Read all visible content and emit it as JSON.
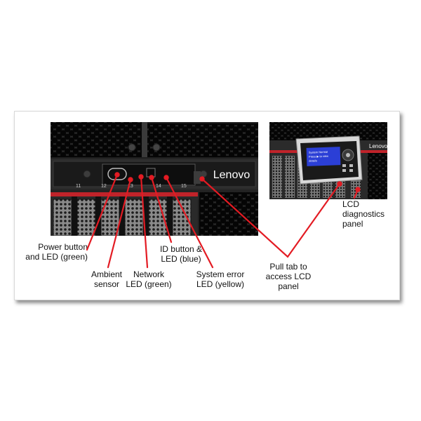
{
  "brand": {
    "logo_text": "Lenovo",
    "logo_bg": "#1a1a1a",
    "accent_red": "#e31b23"
  },
  "front_panel": {
    "bay_numbers": [
      "11",
      "12",
      "13",
      "14",
      "15"
    ]
  },
  "callouts": {
    "power_button": [
      "Power button",
      "and LED (green)"
    ],
    "ambient_sensor": [
      "Ambient",
      "sensor"
    ],
    "network_led": [
      "Network",
      "LED (green)"
    ],
    "id_button": [
      "ID button &",
      "LED (blue)"
    ],
    "system_error": [
      "System error",
      "LED (yellow)"
    ],
    "pull_tab": [
      "Pull tab to",
      "access LCD",
      "panel"
    ],
    "lcd_panel": [
      "LCD",
      "diagnostics",
      "panel"
    ]
  },
  "lcd_screen": {
    "line1": "System Normal",
    "line2": "Press ▶ to view",
    "line3": "details"
  }
}
